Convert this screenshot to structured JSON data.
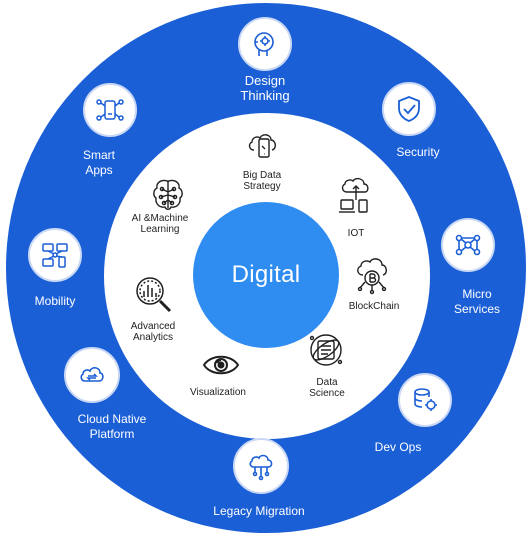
{
  "center": {
    "label": "Digital"
  },
  "outer_items": [
    {
      "label": "Design\nThinking",
      "icon": "brain-gear-icon"
    },
    {
      "label": "Security",
      "icon": "shield-check-icon"
    },
    {
      "label": "Micro\nServices",
      "icon": "network-nodes-icon"
    },
    {
      "label": "Dev Ops",
      "icon": "database-gear-icon"
    },
    {
      "label": "Legacy Migration",
      "icon": "cloud-network-icon"
    },
    {
      "label": "Cloud Native\nPlatform",
      "icon": "cloud-sync-icon"
    },
    {
      "label": "Mobility",
      "icon": "devices-network-icon"
    },
    {
      "label": "Smart\nApps",
      "icon": "smartphone-network-icon"
    }
  ],
  "inner_items": [
    {
      "label": "Big Data\nStrategy",
      "icon": "cloud-phone-icon"
    },
    {
      "label": "IOT",
      "icon": "cloud-devices-icon"
    },
    {
      "label": "BlockChain",
      "icon": "cloud-bitcoin-icon"
    },
    {
      "label": "Data\nScience",
      "icon": "data-globe-icon"
    },
    {
      "label": "Visualization",
      "icon": "eye-icon"
    },
    {
      "label": "Advanced\nAnalytics",
      "icon": "chart-magnifier-icon"
    },
    {
      "label": "AI &Machine\nLearning",
      "icon": "ai-brain-icon"
    }
  ],
  "colors": {
    "ring": "#1b5fd6",
    "core": "#2f8cf0",
    "badge_border": "#c9d8f5"
  }
}
